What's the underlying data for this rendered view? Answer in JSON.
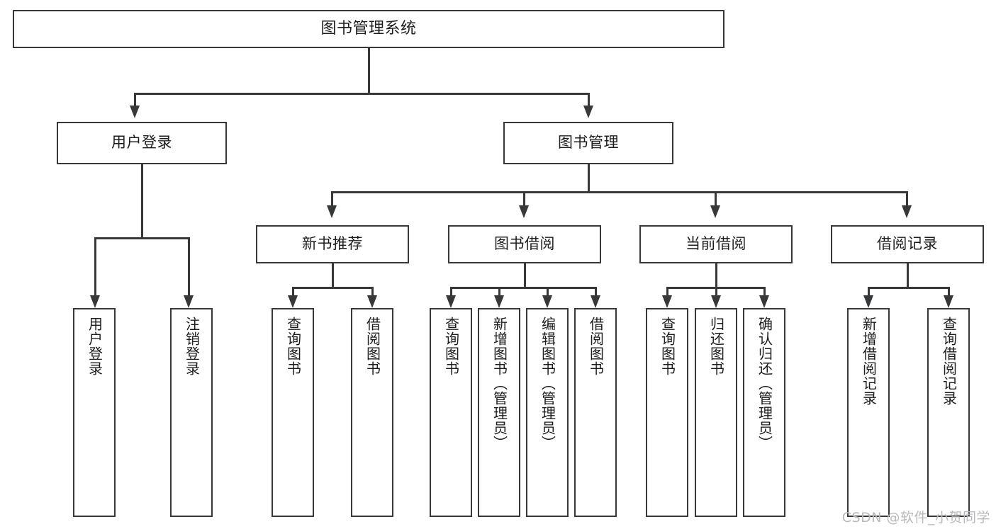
{
  "diagram": {
    "title": "图书管理系统",
    "watermark": "CSDN @软件_小贺同学",
    "line_color": "#36383a",
    "box_fill": "#ffffff",
    "text_color": "#1d1d1f",
    "watermark_color": "#b9b9bb",
    "root": {
      "label": "图书管理系统"
    },
    "level2": [
      {
        "label": "用户登录"
      },
      {
        "label": "图书管理"
      }
    ],
    "level3": [
      {
        "label": "新书推荐"
      },
      {
        "label": "图书借阅"
      },
      {
        "label": "当前借阅"
      },
      {
        "label": "借阅记录"
      }
    ],
    "leaves": {
      "user_login": [
        {
          "label": "用户登录"
        },
        {
          "label": "注销登录"
        }
      ],
      "new_book_recommend": [
        {
          "label": "查询图书"
        },
        {
          "label": "借阅图书"
        }
      ],
      "book_borrow": [
        {
          "label": "查询图书"
        },
        {
          "label": "新增图书（管理员）"
        },
        {
          "label": "编辑图书（管理员）"
        },
        {
          "label": "借阅图书"
        }
      ],
      "current_borrow": [
        {
          "label": "查询图书"
        },
        {
          "label": "归还图书"
        },
        {
          "label": "确认归还（管理员）"
        }
      ],
      "borrow_record": [
        {
          "label": "新增借阅记录"
        },
        {
          "label": "查询借阅记录"
        }
      ]
    }
  }
}
